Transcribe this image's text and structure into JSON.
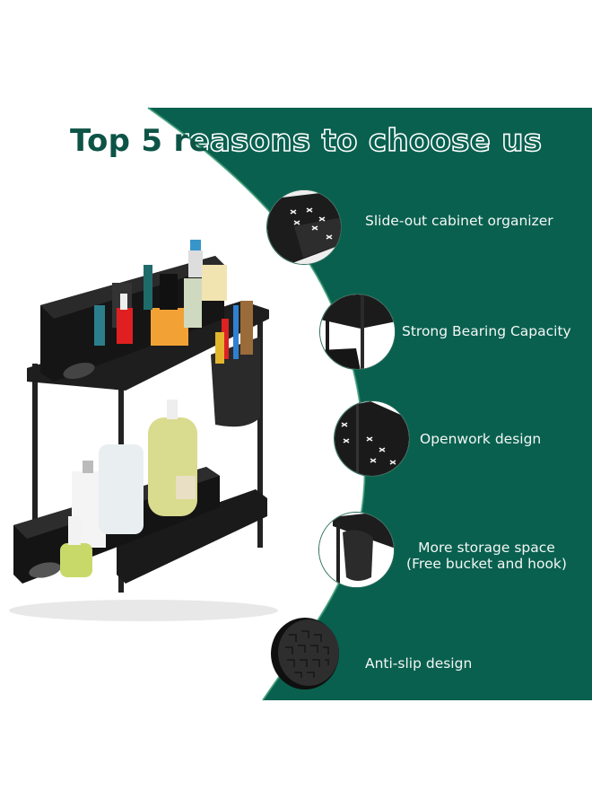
{
  "title": {
    "text": "Top 5 reasons to choose us",
    "dark_color": "#0d5446",
    "outline_color": "#ffffff"
  },
  "colors": {
    "panel_green": "#09604f",
    "curve_highlight": "#3a9a72",
    "background": "#ffffff",
    "product_black": "#1b1b1b"
  },
  "features": [
    {
      "label": "Slide-out cabinet organizer",
      "icon": "perforated-tray-closeup-icon"
    },
    {
      "label": "Strong Bearing Capacity",
      "icon": "frame-corner-closeup-icon"
    },
    {
      "label": "Openwork design",
      "icon": "openwork-pattern-closeup-icon"
    },
    {
      "label_line1": "More storage space",
      "label_line2": "(Free bucket and hook)",
      "icon": "hanging-cup-closeup-icon"
    },
    {
      "label": "Anti-slip design",
      "icon": "anti-slip-foot-pad-icon"
    }
  ],
  "product": {
    "name": "two-tier under-sink organizer",
    "items": [
      "nail polish bottles",
      "perfume bottles",
      "makeup brushes",
      "hair brush",
      "pump bottles",
      "lotion bottle"
    ]
  }
}
